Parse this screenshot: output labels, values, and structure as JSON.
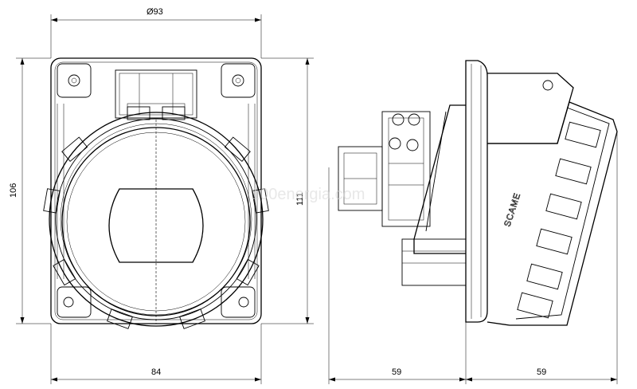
{
  "dimensions": {
    "top_diameter": "Ø93",
    "left_height": "106",
    "right_height": "111",
    "bottom_width_front": "84",
    "bottom_width_side_left": "59",
    "bottom_width_side_right": "59"
  },
  "labels": {
    "brand": "SCAME",
    "watermark": "100energia.com"
  },
  "icons": {
    "front_view": "socket-front-view",
    "side_view": "socket-side-view"
  }
}
